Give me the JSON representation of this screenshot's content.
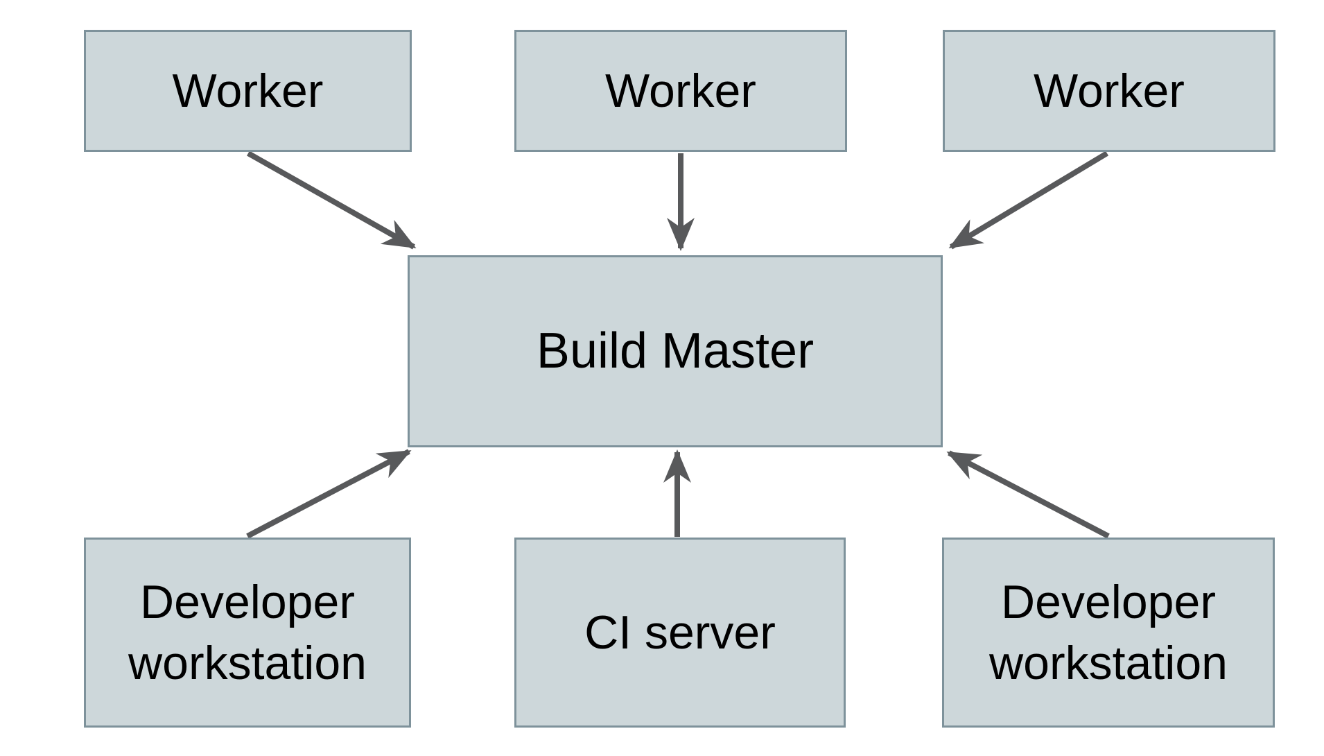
{
  "diagram": {
    "type": "architecture-diagram",
    "background": "#ffffff",
    "nodes": [
      {
        "id": "worker-1",
        "label": "Worker",
        "row": "top"
      },
      {
        "id": "worker-2",
        "label": "Worker",
        "row": "top"
      },
      {
        "id": "worker-3",
        "label": "Worker",
        "row": "top"
      },
      {
        "id": "build-master",
        "label": "Build Master",
        "row": "center"
      },
      {
        "id": "developer-workstation-left",
        "label": "Developer workstation",
        "row": "bottom"
      },
      {
        "id": "ci-server",
        "label": "CI server",
        "row": "bottom"
      },
      {
        "id": "developer-workstation-right",
        "label": "Developer workstation",
        "row": "bottom"
      }
    ],
    "edges": [
      {
        "from": "worker-1",
        "to": "build-master"
      },
      {
        "from": "worker-2",
        "to": "build-master"
      },
      {
        "from": "worker-3",
        "to": "build-master"
      },
      {
        "from": "developer-workstation-left",
        "to": "build-master"
      },
      {
        "from": "ci-server",
        "to": "build-master"
      },
      {
        "from": "developer-workstation-right",
        "to": "build-master"
      }
    ],
    "colors": {
      "node_fill": "#cdd7da",
      "node_border": "#7e929b",
      "arrow": "#58595b",
      "text": "#000000",
      "background": "#ffffff"
    }
  }
}
